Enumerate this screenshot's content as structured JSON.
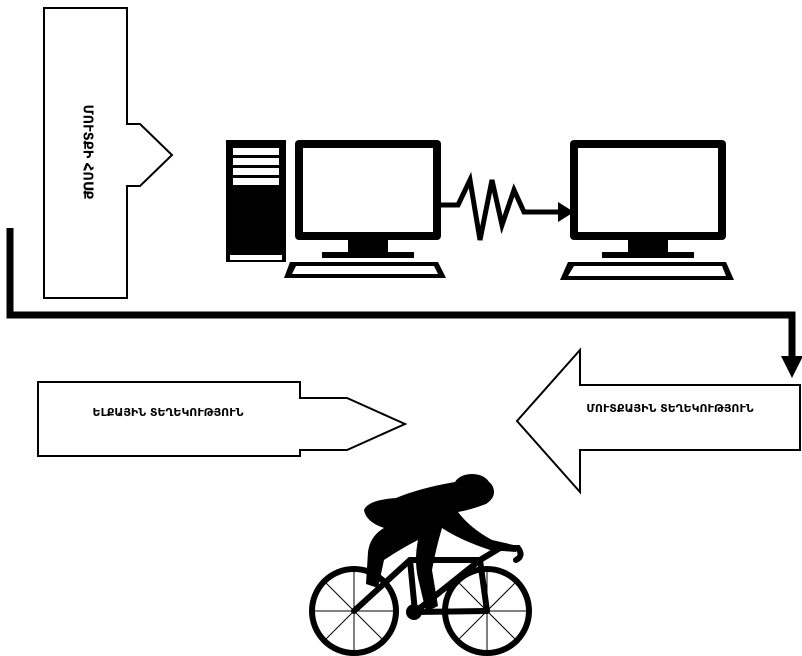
{
  "diagram": {
    "input_box": {
      "label": "ՄՈՒՏՔԻ ՀՈՍՔ"
    },
    "output_left": {
      "label": "ԵԼՔԱՅԻՆ ՏԵՂԵԿՈՒԹՅՈՒՆ"
    },
    "output_right": {
      "label": "ՄՈՒՏՔԱՅԻՆ ՏԵՂԵԿՈՒԹՅՈՒՆ"
    },
    "icons": [
      "desktop-computer-icon",
      "monitor-icon",
      "zigzag-connection-icon",
      "cyclist-icon"
    ],
    "colors": {
      "ink": "#000000",
      "paper": "#ffffff"
    }
  }
}
